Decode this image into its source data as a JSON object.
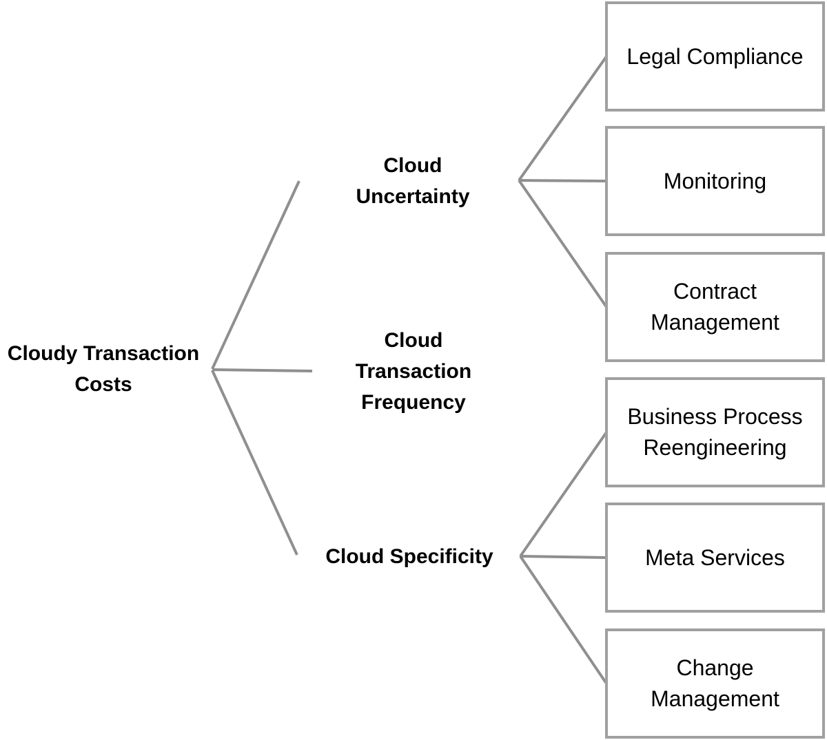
{
  "diagram": {
    "type": "tree",
    "root": {
      "label": "Cloudy Transaction Costs"
    },
    "branches": [
      {
        "label": "Cloud Uncertainty",
        "children": [
          {
            "label": "Legal Compliance"
          },
          {
            "label": "Monitoring"
          },
          {
            "label": "Contract Management"
          }
        ]
      },
      {
        "label": "Cloud Transaction Frequency",
        "children": []
      },
      {
        "label": "Cloud Specificity",
        "children": [
          {
            "label": "Business Process Reengineering"
          },
          {
            "label": "Meta Services"
          },
          {
            "label": "Change Management"
          }
        ]
      }
    ],
    "colors": {
      "line": "#8f8f8f",
      "box_border": "#a0a0a0",
      "text": "#000000",
      "background": "#ffffff"
    }
  }
}
